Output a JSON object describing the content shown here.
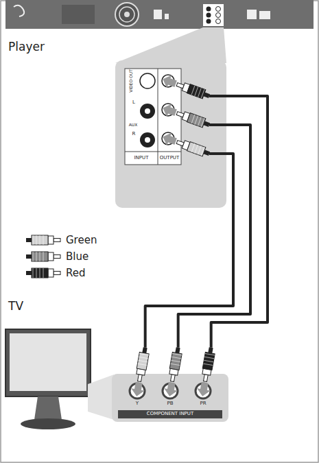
{
  "diagram": {
    "labels": [
      "Player",
      "VIDEO OUT",
      "L",
      "AUX",
      "R",
      "INPUT",
      "OUTPUT",
      "TV",
      "Y",
      "PB",
      "PR",
      "COMPONENT INPUT"
    ],
    "legend": [
      {
        "text": "Green",
        "color": "#d2d2d2"
      },
      {
        "text": "Blue",
        "color": "#8a8a8a"
      },
      {
        "text": "Red",
        "color": "#222222"
      }
    ]
  }
}
